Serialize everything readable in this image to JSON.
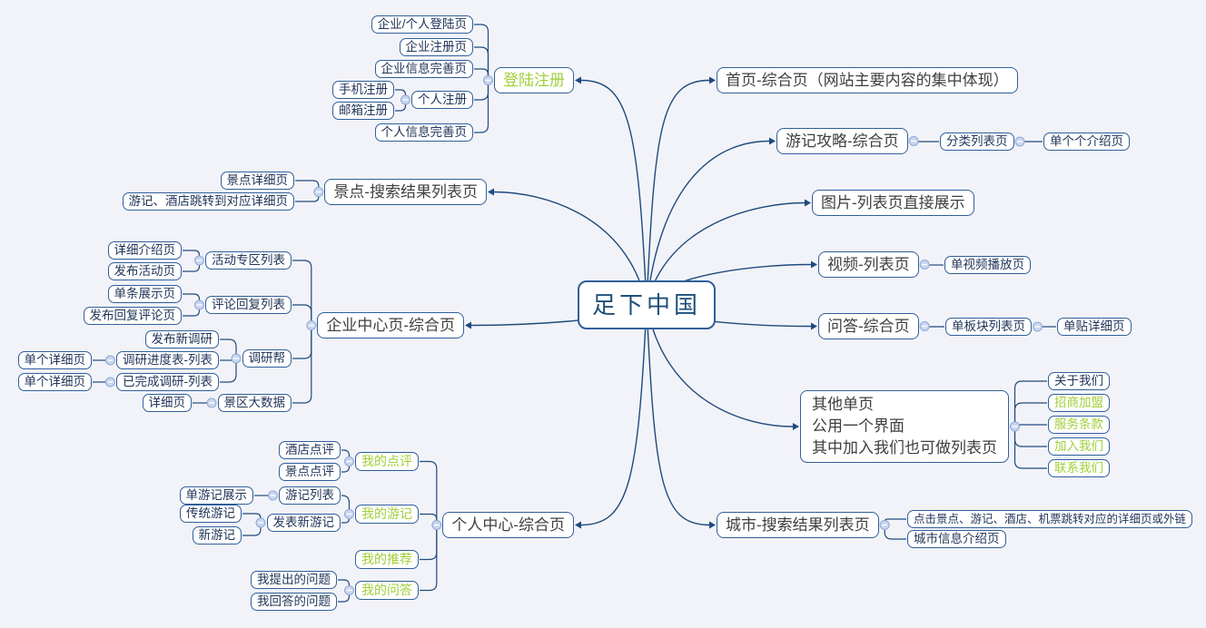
{
  "center": {
    "label": "足下中国"
  },
  "left": [
    {
      "label": "登陆注册",
      "green": true,
      "children": [
        {
          "label": "企业/个人登陆页"
        },
        {
          "label": "企业注册页"
        },
        {
          "label": "企业信息完善页"
        },
        {
          "label": "个人注册",
          "children": [
            {
              "label": "手机注册"
            },
            {
              "label": "邮箱注册"
            }
          ]
        },
        {
          "label": "个人信息完善页"
        }
      ]
    },
    {
      "label": "景点-搜索结果列表页",
      "children": [
        {
          "label": "景点详细页"
        },
        {
          "label": "游记、酒店跳转到对应详细页"
        }
      ]
    },
    {
      "label": "企业中心页-综合页",
      "children": [
        {
          "label": "活动专区列表",
          "children": [
            {
              "label": "详细介绍页"
            },
            {
              "label": "发布活动页"
            }
          ]
        },
        {
          "label": "评论回复列表",
          "children": [
            {
              "label": "单条展示页"
            },
            {
              "label": "发布回复评论页"
            }
          ]
        },
        {
          "label": "调研帮",
          "children": [
            {
              "label": "发布新调研"
            },
            {
              "label": "调研进度表-列表",
              "children": [
                {
                  "label": "单个详细页"
                }
              ]
            },
            {
              "label": "已完成调研-列表",
              "children": [
                {
                  "label": "单个详细页"
                }
              ]
            }
          ]
        },
        {
          "label": "景区大数据",
          "children": [
            {
              "label": "详细页"
            }
          ]
        }
      ]
    },
    {
      "label": "个人中心-综合页",
      "children": [
        {
          "label": "我的点评",
          "green": true,
          "children": [
            {
              "label": "酒店点评"
            },
            {
              "label": "景点点评"
            }
          ]
        },
        {
          "label": "我的游记",
          "green": true,
          "children": [
            {
              "label": "游记列表",
              "children": [
                {
                  "label": "单游记展示"
                }
              ]
            },
            {
              "label": "发表新游记",
              "children": [
                {
                  "label": "传统游记"
                },
                {
                  "label": "新游记"
                }
              ]
            }
          ]
        },
        {
          "label": "我的推荐",
          "green": true
        },
        {
          "label": "我的问答",
          "green": true,
          "children": [
            {
              "label": "我提出的问题"
            },
            {
              "label": "我回答的问题"
            }
          ]
        }
      ]
    }
  ],
  "right": [
    {
      "label": "首页-综合页（网站主要内容的集中体现）"
    },
    {
      "label": "游记攻略-综合页",
      "children": [
        {
          "label": "分类列表页",
          "children": [
            {
              "label": "单个个介绍页"
            }
          ]
        }
      ]
    },
    {
      "label": "图片-列表页直接展示"
    },
    {
      "label": "视频-列表页",
      "children": [
        {
          "label": "单视频播放页"
        }
      ]
    },
    {
      "label": "问答-综合页",
      "children": [
        {
          "label": "单板块列表页",
          "children": [
            {
              "label": "单贴详细页"
            }
          ]
        }
      ]
    },
    {
      "label": "其他单页\n公用一个界面\n其中加入我们也可做列表页",
      "children": [
        {
          "label": "关于我们"
        },
        {
          "label": "招商加盟",
          "green": true
        },
        {
          "label": "服务条款",
          "green": true
        },
        {
          "label": "加入我们",
          "green": true
        },
        {
          "label": "联系我们",
          "green": true
        }
      ]
    },
    {
      "label": "城市-搜索结果列表页",
      "children": [
        {
          "label": "点击景点、游记、酒店、机票跳转对应的详细页或外链"
        },
        {
          "label": "城市信息介绍页"
        }
      ]
    }
  ],
  "colors": {
    "canvas_bg": "#f2f3f8",
    "node_border": "#2f5f9b",
    "line": "#1f4a7d",
    "text_dark": "#3f3f3f",
    "text_navy": "#22365a",
    "accent_green": "#a2cf3a",
    "center_text": "#1f4e79",
    "collapse_fill": "#c9d6f0"
  }
}
